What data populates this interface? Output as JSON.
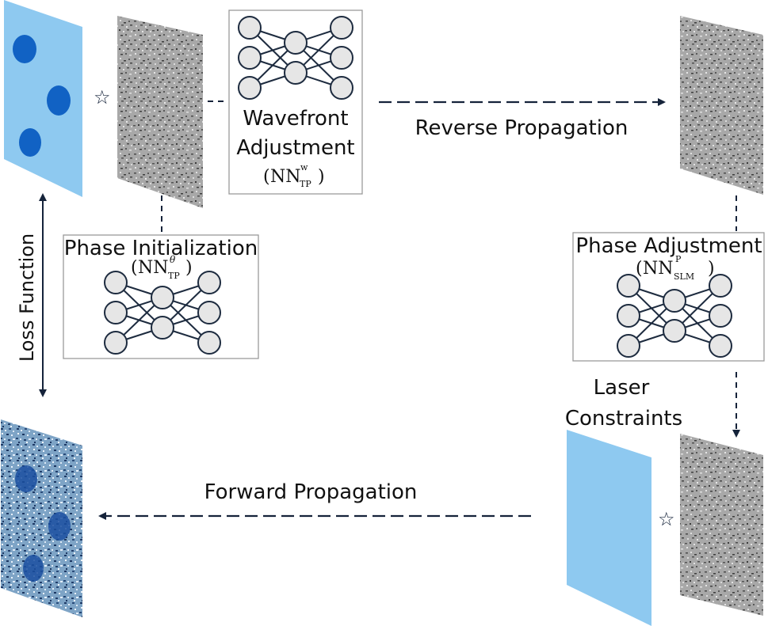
{
  "blocks": {
    "wavefront": {
      "line1": "Wavefront",
      "line2": "Adjustment",
      "nn": "NN",
      "sup": "w",
      "sub": "TP"
    },
    "phase_init": {
      "title": "Phase Initialization",
      "nn": "NN",
      "sup": "θ",
      "sub": "TP"
    },
    "phase_adjust": {
      "title": "Phase Adjustment",
      "nn": "NN",
      "sup": "P",
      "sub": "SLM"
    }
  },
  "arrows": {
    "reverse": "Reverse Propagation",
    "forward": "Forward Propagation",
    "loss": "Loss Function"
  },
  "laser": {
    "line1": "Laser",
    "line2": "Constraints"
  },
  "operators": {
    "convolution": "☆"
  },
  "colors": {
    "target_blue": "#8ec9f0",
    "dot_blue": "#1162c4",
    "arrow": "#15233a",
    "node_fill": "#e6e6e6",
    "node_stroke": "#1d2b3f",
    "noise_gray": "#9d9d9d"
  }
}
